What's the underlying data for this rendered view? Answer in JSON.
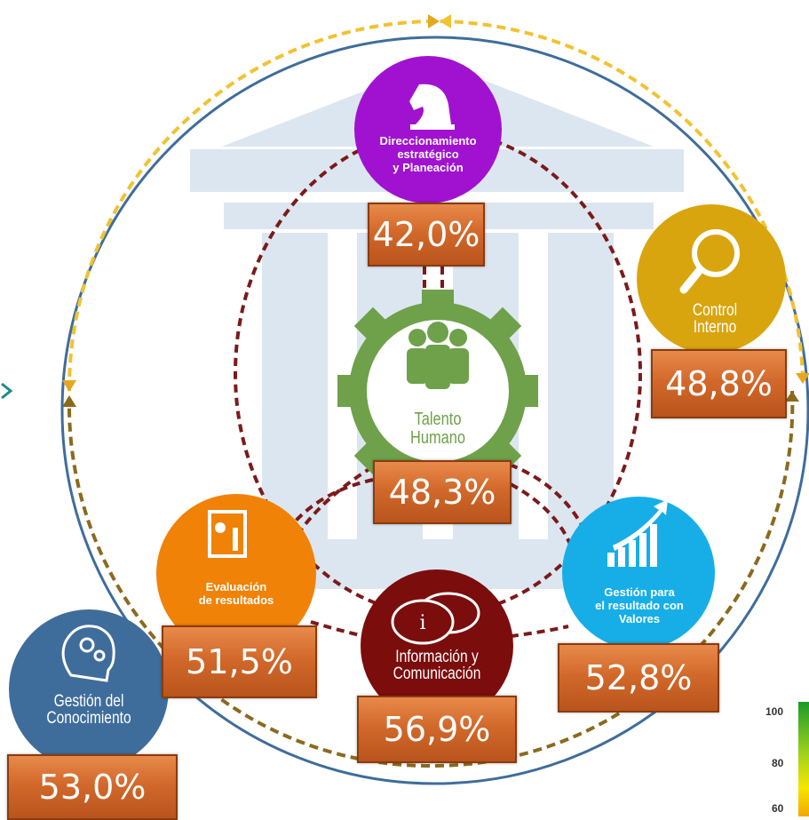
{
  "nodes": {
    "direccionamiento": {
      "label": "Direccionamiento\nestratégico\ny Planeación",
      "value": "42,0%",
      "color": "#a012d0",
      "icon": "chess-knight-icon"
    },
    "control": {
      "label": "Control\nInterno",
      "value": "48,8%",
      "color": "#d9a50e",
      "icon": "magnifier-icon"
    },
    "talento": {
      "label": "Talento\nHumano",
      "value": "48,3%",
      "color": "#6ea14a",
      "icon": "people-icon"
    },
    "evaluacion": {
      "label": "Evaluación\nde resultados",
      "value": "51,5%",
      "color": "#f08208",
      "icon": "report-icon"
    },
    "informacion": {
      "label": "Información y\nComunicación",
      "value": "56,9%",
      "color": "#7b0d0d",
      "icon": "speech-bubbles-icon"
    },
    "gestion_valores": {
      "label": "Gestión para\nel resultado con\nValores",
      "value": "52,8%",
      "color": "#17aee8",
      "icon": "growth-chart-icon"
    },
    "conocimiento": {
      "label": "Gestión del\nConocimiento",
      "value": "53,0%",
      "color": "#3f6d9b",
      "icon": "head-gears-icon"
    }
  },
  "scale": {
    "ticks": [
      "100",
      "80",
      "60"
    ]
  },
  "colors": {
    "outer_ring": "#3f6d9b",
    "dashed_inner": "#7b1a1a",
    "dashed_gold": "#f1c232",
    "dashed_olive": "#8b6a1e",
    "building": "#dce6f0"
  }
}
